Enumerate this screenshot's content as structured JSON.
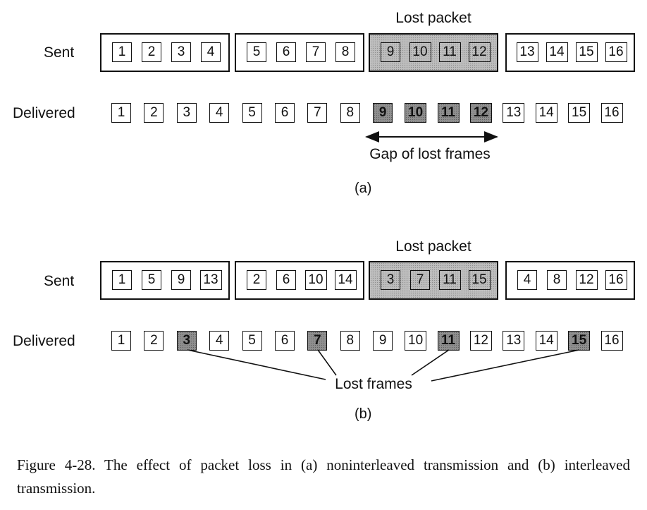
{
  "part_a": {
    "sent_label": "Sent",
    "delivered_label": "Delivered",
    "lost_packet_label": "Lost packet",
    "gap_label": "Gap of lost frames",
    "sublabel": "(a)",
    "sent_packets": [
      {
        "frames": [
          "1",
          "2",
          "3",
          "4"
        ],
        "lost": false
      },
      {
        "frames": [
          "5",
          "6",
          "7",
          "8"
        ],
        "lost": false
      },
      {
        "frames": [
          "9",
          "10",
          "11",
          "12"
        ],
        "lost": true
      },
      {
        "frames": [
          "13",
          "14",
          "15",
          "16"
        ],
        "lost": false
      }
    ],
    "delivered": [
      {
        "label": "1",
        "lost": false
      },
      {
        "label": "2",
        "lost": false
      },
      {
        "label": "3",
        "lost": false
      },
      {
        "label": "4",
        "lost": false
      },
      {
        "label": "5",
        "lost": false
      },
      {
        "label": "6",
        "lost": false
      },
      {
        "label": "7",
        "lost": false
      },
      {
        "label": "8",
        "lost": false
      },
      {
        "label": "9",
        "lost": true
      },
      {
        "label": "10",
        "lost": true
      },
      {
        "label": "11",
        "lost": true
      },
      {
        "label": "12",
        "lost": true
      },
      {
        "label": "13",
        "lost": false
      },
      {
        "label": "14",
        "lost": false
      },
      {
        "label": "15",
        "lost": false
      },
      {
        "label": "16",
        "lost": false
      }
    ]
  },
  "part_b": {
    "sent_label": "Sent",
    "delivered_label": "Delivered",
    "lost_packet_label": "Lost packet",
    "lost_frames_label": "Lost frames",
    "sublabel": "(b)",
    "sent_packets": [
      {
        "frames": [
          "1",
          "5",
          "9",
          "13"
        ],
        "lost": false
      },
      {
        "frames": [
          "2",
          "6",
          "10",
          "14"
        ],
        "lost": false
      },
      {
        "frames": [
          "3",
          "7",
          "11",
          "15"
        ],
        "lost": true
      },
      {
        "frames": [
          "4",
          "8",
          "12",
          "16"
        ],
        "lost": false
      }
    ],
    "delivered": [
      {
        "label": "1",
        "lost": false
      },
      {
        "label": "2",
        "lost": false
      },
      {
        "label": "3",
        "lost": true
      },
      {
        "label": "4",
        "lost": false
      },
      {
        "label": "5",
        "lost": false
      },
      {
        "label": "6",
        "lost": false
      },
      {
        "label": "7",
        "lost": true
      },
      {
        "label": "8",
        "lost": false
      },
      {
        "label": "9",
        "lost": false
      },
      {
        "label": "10",
        "lost": false
      },
      {
        "label": "11",
        "lost": true
      },
      {
        "label": "12",
        "lost": false
      },
      {
        "label": "13",
        "lost": false
      },
      {
        "label": "14",
        "lost": false
      },
      {
        "label": "15",
        "lost": true
      },
      {
        "label": "16",
        "lost": false
      }
    ]
  },
  "caption": "Figure 4-28. The effect of packet loss in (a) noninterleaved transmission and (b) interleaved transmission."
}
